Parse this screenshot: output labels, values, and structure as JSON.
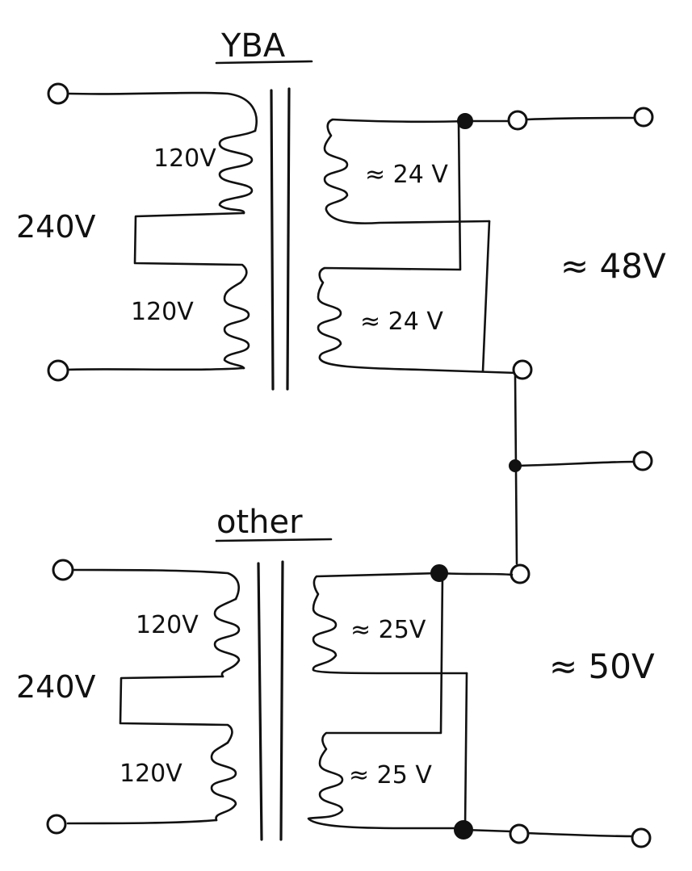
{
  "diagram": {
    "top_transformer": {
      "title": "YBA",
      "primary_label": "240V",
      "primary_upper_winding": "120V",
      "primary_lower_winding": "120V",
      "secondary_upper_winding": "≈ 24 V",
      "secondary_lower_winding": "≈ 24 V",
      "output_label": "≈ 48V"
    },
    "bottom_transformer": {
      "title": "other",
      "primary_label": "240V",
      "primary_upper_winding": "120V",
      "primary_lower_winding": "120V",
      "secondary_upper_winding": "≈ 25V",
      "secondary_lower_winding": "≈ 25 V",
      "output_label": "≈ 50V"
    }
  }
}
